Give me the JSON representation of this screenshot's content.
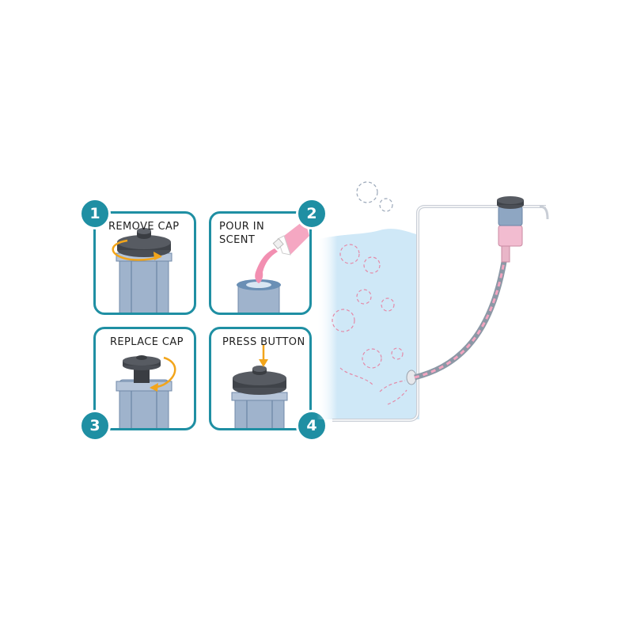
{
  "colors": {
    "teal": "#1f8fa3",
    "arrow": "#f2a51b",
    "scent": "#f28fb1",
    "water": "#cfe8f7",
    "cylinder": "#8ea6c2",
    "cap": "#4a4e55"
  },
  "steps": [
    {
      "number": "1",
      "label": "REMOVE CAP"
    },
    {
      "number": "2",
      "label_lines": [
        "POUR IN",
        "SCENT"
      ]
    },
    {
      "number": "3",
      "label": "REPLACE CAP"
    },
    {
      "number": "4",
      "label": "PRESS BUTTON"
    }
  ]
}
